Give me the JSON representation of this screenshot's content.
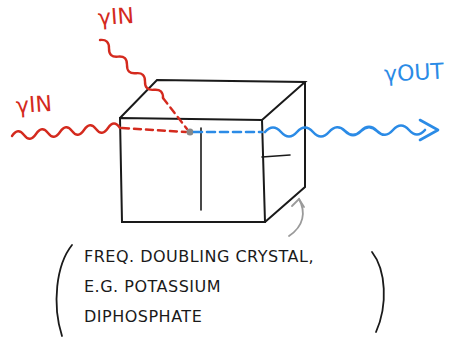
{
  "diagram": {
    "labels": [
      "γIN",
      "γIN",
      "γOUT",
      "FREQ. DOUBLING CRYSTAL, E.G. POTASSIUM DIPHOSPHATE"
    ]
  }
}
